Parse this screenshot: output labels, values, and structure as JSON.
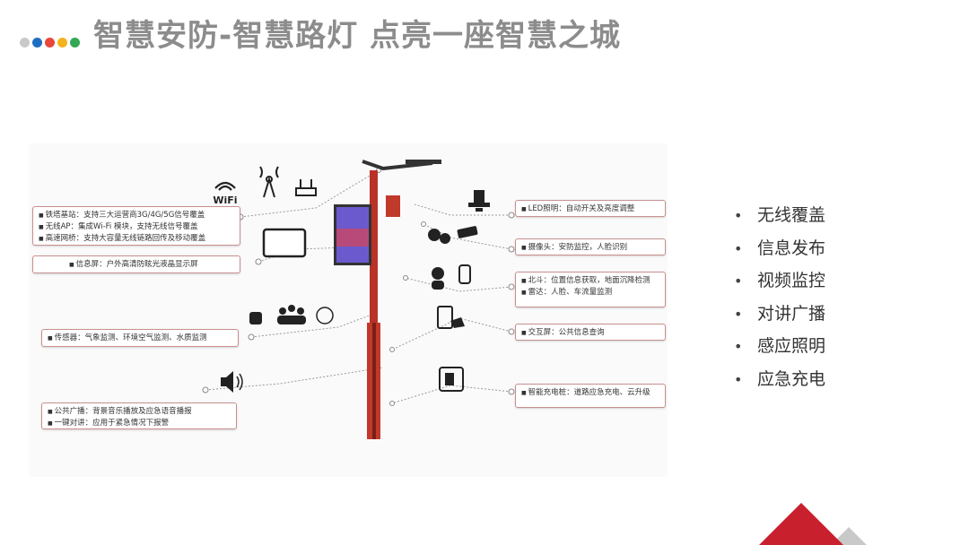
{
  "slide": {
    "title": "智慧安防-智慧路灯 点亮一座智慧之城",
    "dot_colors": [
      "#c9c9c9",
      "#1e6fc4",
      "#e8473b",
      "#f5b21b",
      "#34a853"
    ]
  },
  "diagram": {
    "wifi_icon_text": "WiFi",
    "left_boxes": [
      {
        "lines": [
          "铁塔基站：支持三大运营商3G/4G/5G信号覆盖",
          "无线AP：集成Wi-Fi 模块，支持无线信号覆盖",
          "高速网桥：支持大容量无线链路回传及移动覆盖"
        ]
      },
      {
        "lines": [
          "信息屏：户外高清防眩光液晶显示屏"
        ]
      },
      {
        "lines": [
          "传感器：气象监测、环境空气监测、水质监测"
        ]
      },
      {
        "lines": [
          "公共广播：背景音乐播放及应急语音播报",
          "一键对讲：应用于紧急情况下报警"
        ]
      }
    ],
    "right_boxes": [
      {
        "lines": [
          "LED照明：自动开关及亮度调整"
        ]
      },
      {
        "lines": [
          "摄像头：安防监控，人脸识别"
        ]
      },
      {
        "lines": [
          "北斗：位置信息获取，地面沉降检测",
          "雷达：人脸、车流量监测"
        ]
      },
      {
        "lines": [
          "交互屏：公共信息查询"
        ]
      },
      {
        "lines": [
          "智能充电桩：道路应急充电、云升级"
        ]
      }
    ],
    "colors": {
      "pole": "#c0392b",
      "box_border": "#c98f8f",
      "accent": "#c0392b"
    }
  },
  "features": [
    "无线覆盖",
    "信息发布",
    "视频监控",
    "对讲广播",
    "感应照明",
    "应急充电"
  ]
}
